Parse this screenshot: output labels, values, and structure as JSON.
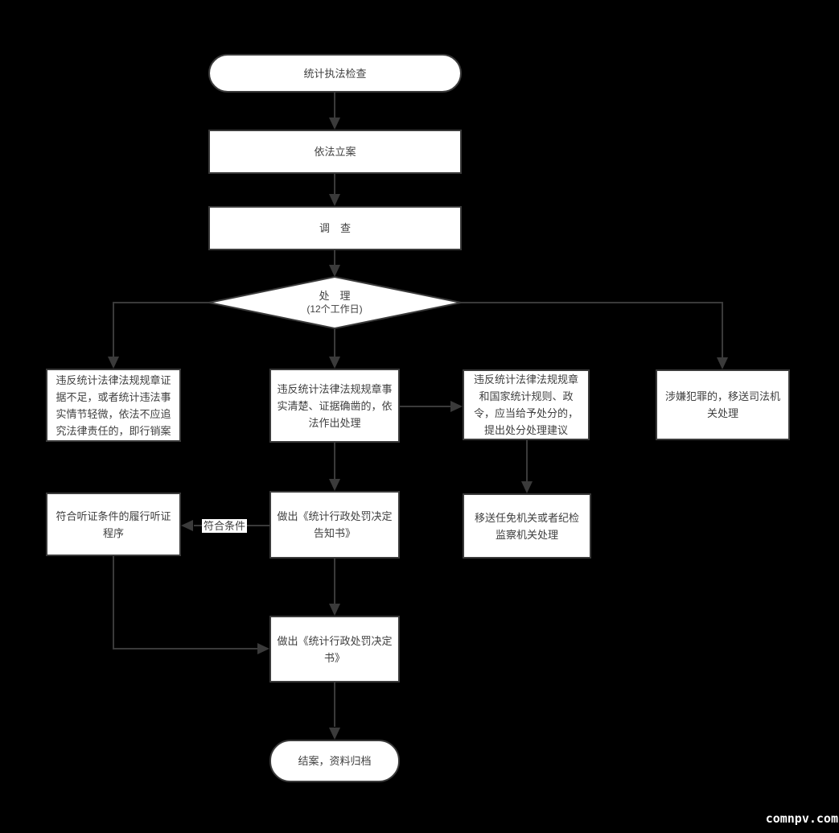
{
  "colors": {
    "background": "#000000",
    "node_fill": "#ffffff",
    "stroke": "#3a3a3a",
    "text": "#404040",
    "watermark_text": "#ffffff"
  },
  "nodes": {
    "start": "统计执法检查",
    "filing": "依法立案",
    "investigation": "调　查",
    "decision_title": "处　理",
    "decision_subtitle": "(12个工作日)",
    "dismiss": "违反统计法律法规规章证据不足，或者统计违法事实情节轻微，依法不应追究法律责任的，即行销案",
    "handle": "违反统计法律法规规章事实清楚、证据确凿的，依法作出处理",
    "sanction": "违反统计法律法规规章和国家统计规则、政令，应当给予处分的，提出处分处理建议",
    "crime": "涉嫌犯罪的，移送司法机关处理",
    "hearing": "符合听证条件的履行听证程序",
    "notice": "做出《统计行政处罚决定告知书》",
    "transfer": "移送任免机关或者纪检监察机关处理",
    "decision_doc": "做出《统计行政处罚决定书》",
    "end": "结案，资料归档"
  },
  "edge_labels": {
    "condition": "符合条件"
  },
  "watermark": "comnpv.com"
}
